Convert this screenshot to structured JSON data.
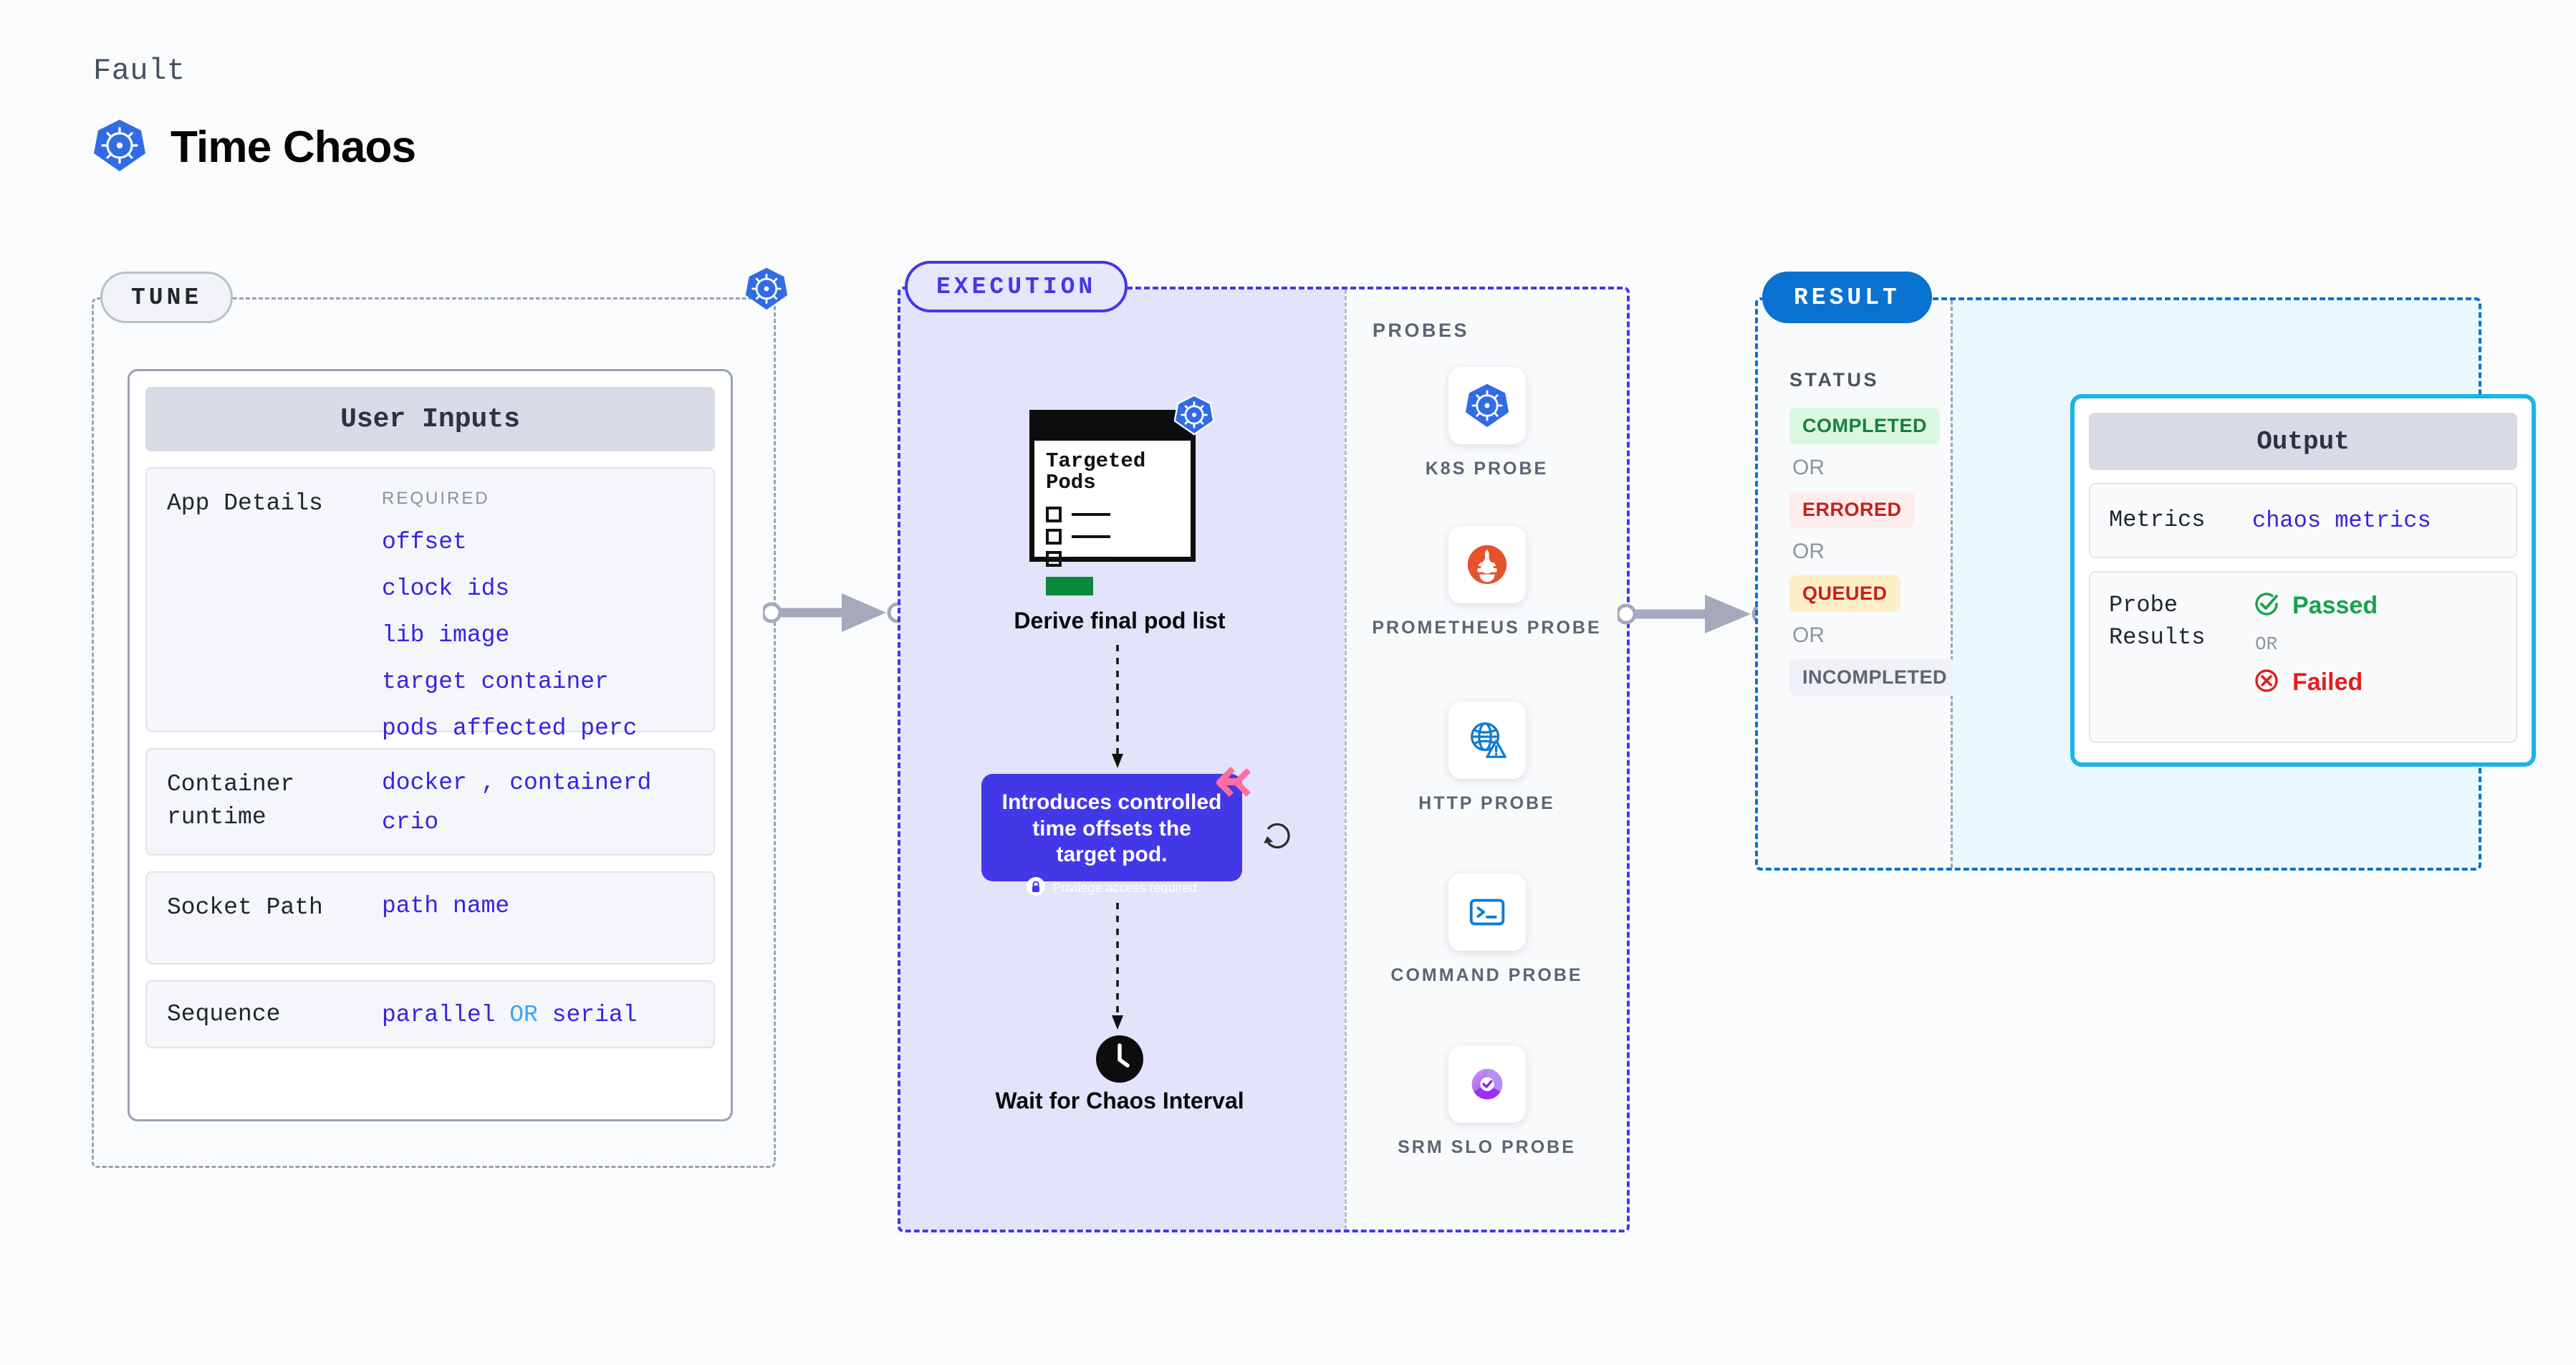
{
  "header": {
    "eyebrow": "Fault",
    "title": "Time Chaos",
    "icon": "kubernetes-icon"
  },
  "tune": {
    "pill_label": "TUNE",
    "card_title": "User Inputs",
    "rows": [
      {
        "label": "App Details",
        "required_tag": "REQUIRED",
        "values": [
          "offset",
          "clock ids",
          "lib image",
          "target container",
          "pods affected perc"
        ]
      },
      {
        "label": "Container runtime",
        "values": [
          "docker , containerd",
          "crio"
        ]
      },
      {
        "label": "Socket Path",
        "values": [
          "path name"
        ]
      },
      {
        "label": "Sequence",
        "values": [
          "parallel OR serial"
        ]
      }
    ],
    "badge_icon": "kubernetes-icon"
  },
  "execution": {
    "pill_label": "EXECUTION",
    "pods_asset": {
      "title": "Targeted\nPods",
      "badge_icon": "kubernetes-icon"
    },
    "derive_label": "Derive final pod list",
    "callout": {
      "text": "Introduces controlled time offsets the target pod.",
      "note": "Privilege access required",
      "note_icon": "lock-icon",
      "ribbon_icon": "harness-ribbon-icon",
      "refresh_icon": "refresh-icon",
      "bg_color": "#4338e8"
    },
    "wait": {
      "icon": "clock-icon",
      "label": "Wait for Chaos Interval"
    },
    "probes_label": "PROBES",
    "probes": [
      {
        "name": "K8S PROBE",
        "icon": "kubernetes-icon"
      },
      {
        "name": "PROMETHEUS PROBE",
        "icon": "prometheus-icon"
      },
      {
        "name": "HTTP PROBE",
        "icon": "http-globe-warning-icon"
      },
      {
        "name": "COMMAND PROBE",
        "icon": "terminal-icon"
      },
      {
        "name": "SRM SLO PROBE",
        "icon": "srm-slo-icon"
      }
    ]
  },
  "result": {
    "pill_label": "RESULT",
    "status_label": "STATUS",
    "or_label": "OR",
    "statuses": [
      {
        "label": "COMPLETED",
        "color": "#15803d",
        "bg": "#dcf7e0"
      },
      {
        "label": "ERRORED",
        "color": "#c7201a",
        "bg": "#fdeeed"
      },
      {
        "label": "QUEUED",
        "color": "#c7201a",
        "bg": "#fdeec6"
      },
      {
        "label": "INCOMPLETED",
        "color": "#5d6474",
        "bg": "#eff1f6"
      }
    ],
    "output": {
      "title": "Output",
      "metrics_label": "Metrics",
      "metrics_value": "chaos metrics",
      "probe_results_label": "Probe Results",
      "passed_label": "Passed",
      "failed_label": "Failed",
      "or_label": "OR",
      "passed_icon": "check-circle-icon",
      "failed_icon": "x-circle-icon"
    }
  },
  "connectors": {
    "arrow1_icon": "arrow-right-icon",
    "arrow2_icon": "arrow-right-icon"
  }
}
